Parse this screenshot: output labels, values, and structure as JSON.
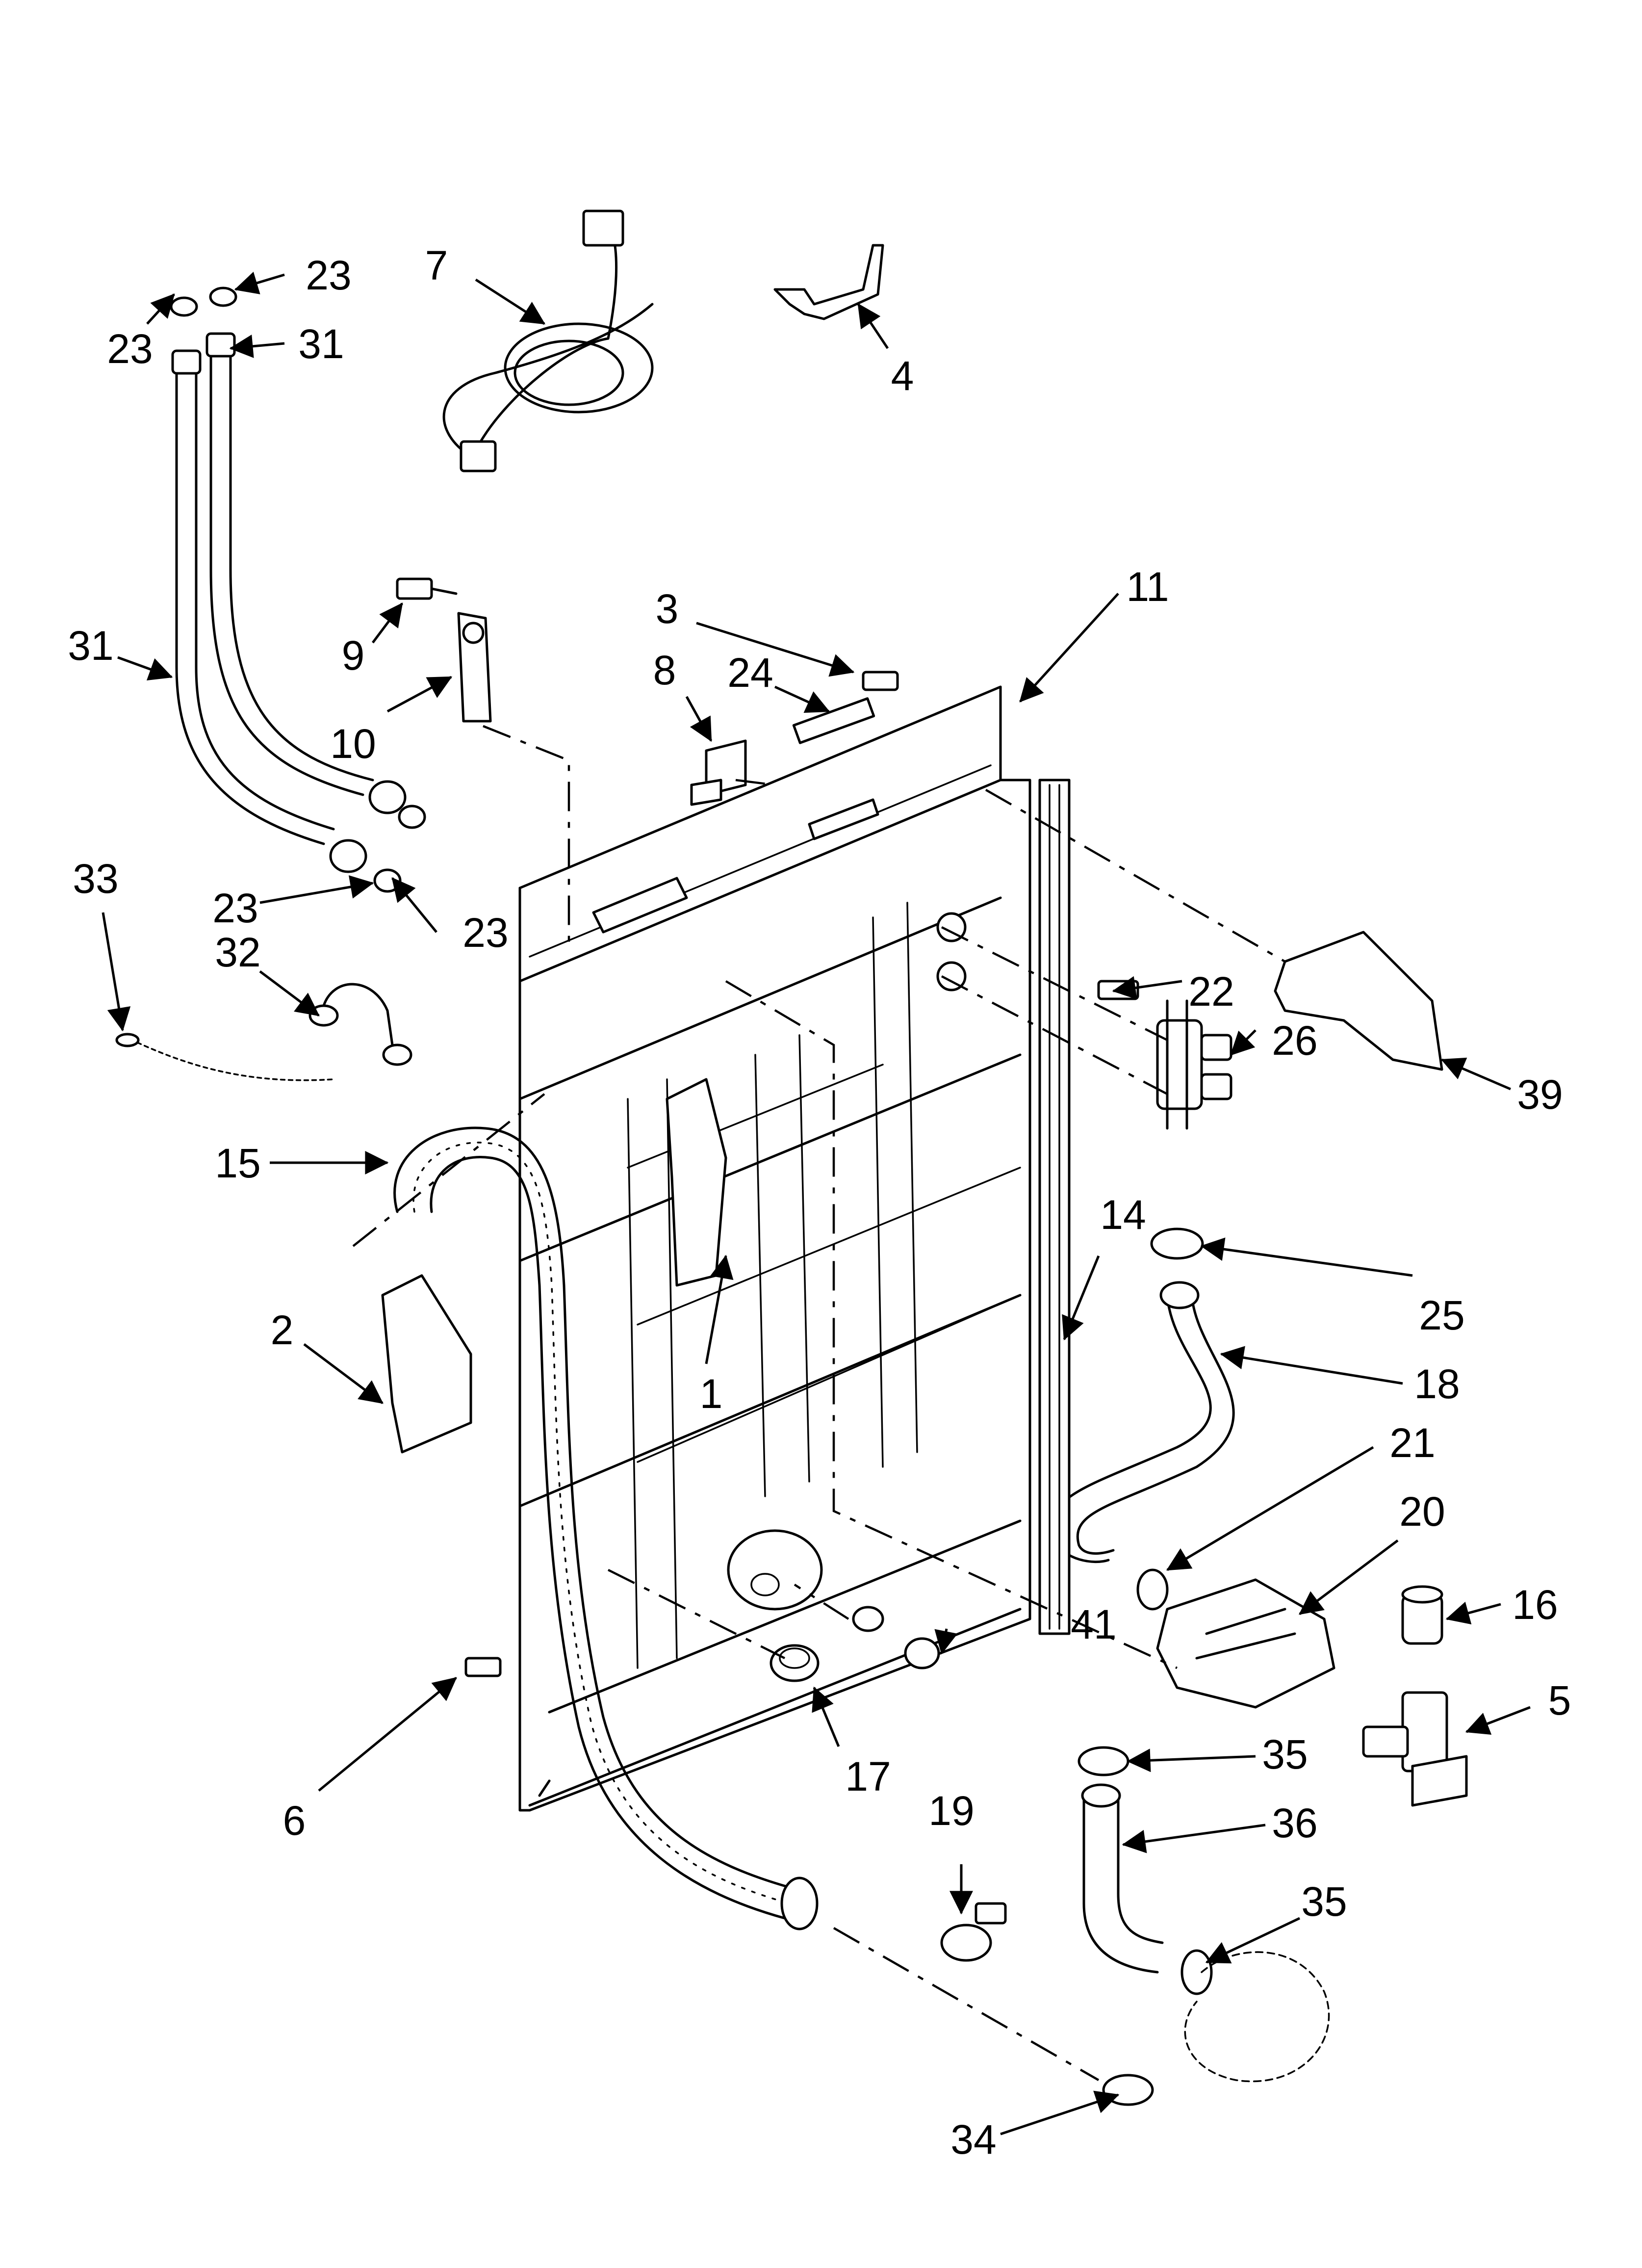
{
  "diagram": {
    "part_labels": [
      "1",
      "2",
      "3",
      "4",
      "5",
      "6",
      "7",
      "8",
      "9",
      "10",
      "11",
      "14",
      "15",
      "16",
      "17",
      "18",
      "19",
      "20",
      "21",
      "22",
      "23",
      "23",
      "23",
      "23",
      "24",
      "25",
      "26",
      "31",
      "31",
      "32",
      "33",
      "34",
      "35",
      "35",
      "36",
      "39",
      "41"
    ]
  }
}
